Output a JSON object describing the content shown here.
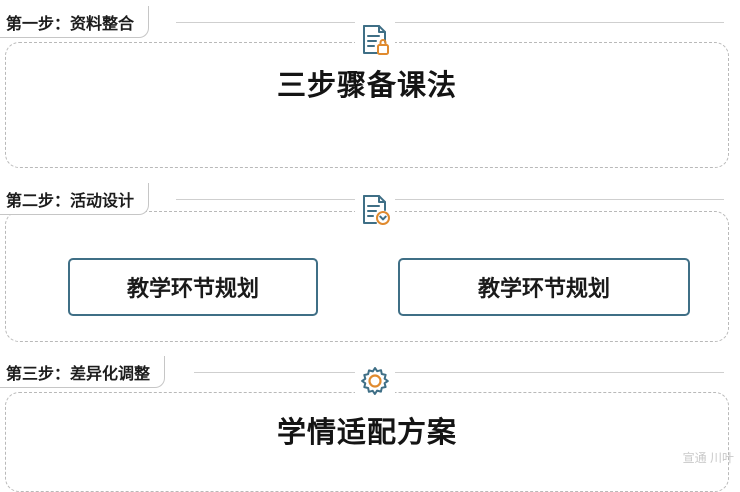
{
  "steps": [
    {
      "label": "第一步：资料整合",
      "title": "三步骤备课法",
      "icon": "document-lock-icon"
    },
    {
      "label": "第二步：活动设计",
      "icon": "document-check-icon",
      "activities": [
        "教学环节规划",
        "教学环节规划"
      ]
    },
    {
      "label": "第三步：差异化调整",
      "title": "学情适配方案",
      "icon": "gear-icon"
    }
  ],
  "watermark": "宣通 川叶",
  "colors": {
    "accent": "#3f6f86",
    "dashed_border": "#b9b9b9",
    "text": "#1b1b1b"
  }
}
